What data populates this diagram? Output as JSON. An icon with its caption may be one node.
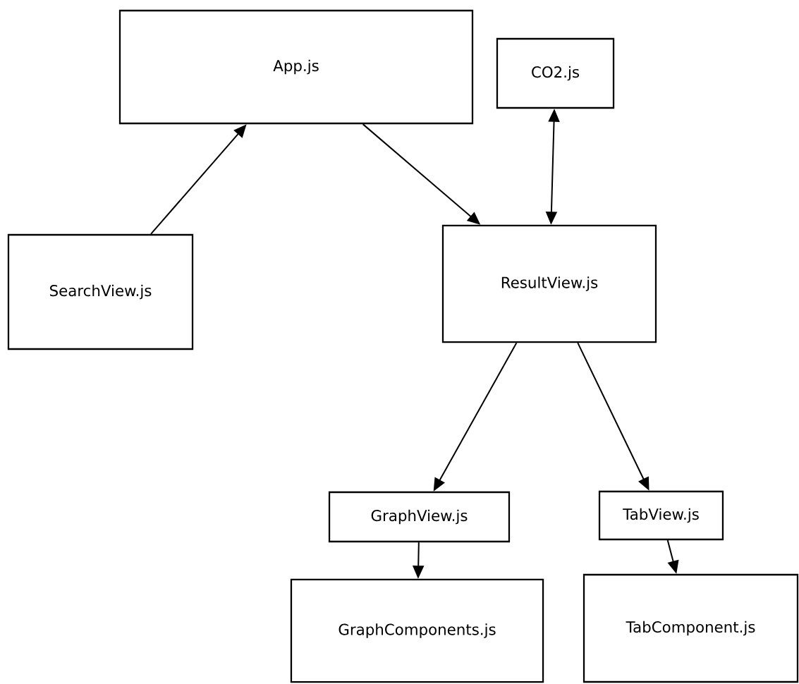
{
  "diagram": {
    "nodes": [
      {
        "text": [
          "App.js"
        ]
      },
      {
        "text": [
          "CO2.js"
        ]
      },
      {
        "text": [
          "SearchView.js"
        ]
      },
      {
        "text": [
          "ResultView.js"
        ]
      },
      {
        "text": [
          "GraphView.js"
        ]
      },
      {
        "text": [
          "TabView.js"
        ]
      },
      {
        "text": [
          "GraphComponents.js"
        ]
      },
      {
        "text": [
          "TabComponent.js"
        ]
      }
    ],
    "edges": [
      {
        "from": 2,
        "to": 0,
        "arrow": "to"
      },
      {
        "from": 0,
        "to": 3,
        "arrow": "to"
      },
      {
        "from": 1,
        "to": 3,
        "arrow": "both"
      },
      {
        "from": 3,
        "to": 4,
        "arrow": "to"
      },
      {
        "from": 3,
        "to": 5,
        "arrow": "to"
      },
      {
        "from": 4,
        "to": 6,
        "arrow": "to"
      },
      {
        "from": 5,
        "to": 7,
        "arrow": "to"
      }
    ]
  }
}
